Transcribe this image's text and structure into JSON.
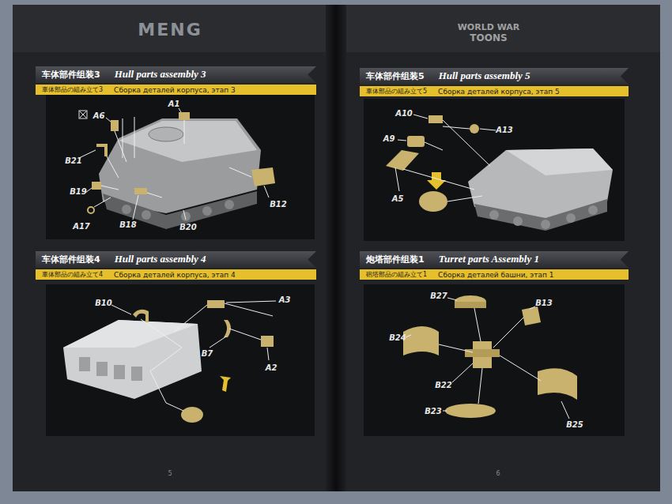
{
  "diagram": {
    "nodes": [
      {
        "text": [
          "车体部件组装3",
          "Hull parts assembly 3",
          "車体部品の組み立て3",
          "Сборка деталей корпуса, этап 3"
        ]
      },
      {
        "text": [
          "车体部件组装4",
          "Hull parts assembly 4",
          "車体部品の組み立て4",
          "Сборка деталей корпуса, этап 4"
        ]
      },
      {
        "text": [
          "车体部件组装5",
          "Hull parts assembly 5",
          "車体部品の組み立て5",
          "Сборка деталей корпуса, этап 5"
        ]
      },
      {
        "text": [
          "炮塔部件组装1",
          "Turret parts Assembly 1",
          "砲塔部品の組み立て1",
          "Сборка деталей башни, этап 1"
        ]
      }
    ],
    "labels": [
      "MENG",
      "WORLD WAR",
      "TOONS",
      "A6",
      "A1",
      "B21",
      "B19",
      "A17",
      "B18",
      "B20",
      "B12",
      "B10",
      "A3",
      "B7",
      "A2",
      "A10",
      "A13",
      "A9",
      "A5",
      "B27",
      "B13",
      "B24",
      "B22",
      "B23",
      "B25",
      "5",
      "6"
    ]
  }
}
